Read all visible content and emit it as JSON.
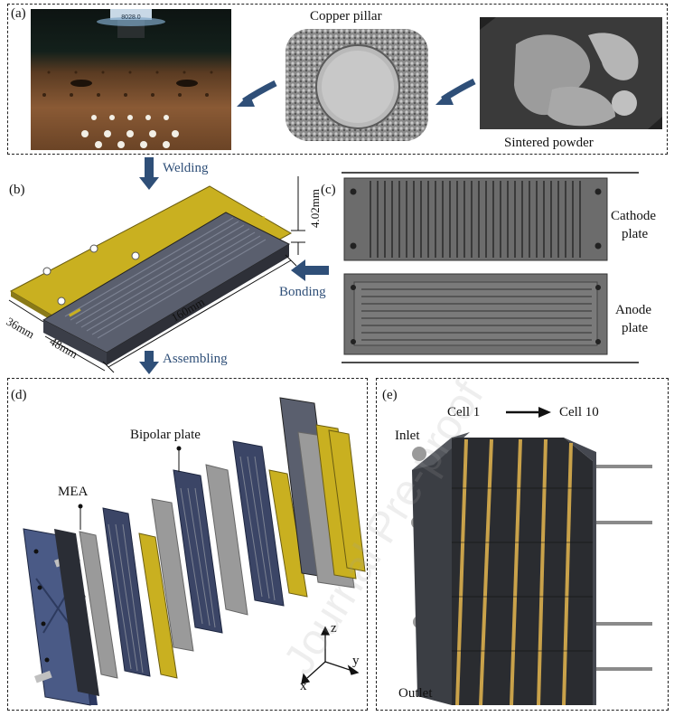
{
  "panels": {
    "a": {
      "label": "(a)",
      "copper_pillar": "Copper pillar",
      "sintered_powder": "Sintered powder",
      "instrument_readout": "8028.0"
    },
    "arrows": {
      "welding": "Welding",
      "bonding": "Bonding",
      "assembling": "Assembling"
    },
    "b": {
      "label": "(b)",
      "thickness": "4.02mm",
      "length": "160mm",
      "width_outer": "36mm",
      "width_inner": "48mm"
    },
    "c": {
      "label": "(c)",
      "cathode": [
        "Cathode",
        "plate"
      ],
      "anode": [
        "Anode",
        "plate"
      ]
    },
    "d": {
      "label": "(d)",
      "mea": "MEA",
      "bipolar": "Bipolar plate",
      "axis_z": "z",
      "axis_y": "y",
      "axis_x": "x"
    },
    "e": {
      "label": "(e)",
      "cell_start": "Cell 1",
      "cell_end": "Cell 10",
      "inlet": "Inlet",
      "outlet": "Outlet"
    }
  },
  "watermark": "Journal Pre-proof",
  "colors": {
    "arrow_blue": "#2f4f78",
    "plate_gray": "#5a5f6e",
    "gold": "#c9b020",
    "copper": "#8a5a35"
  }
}
